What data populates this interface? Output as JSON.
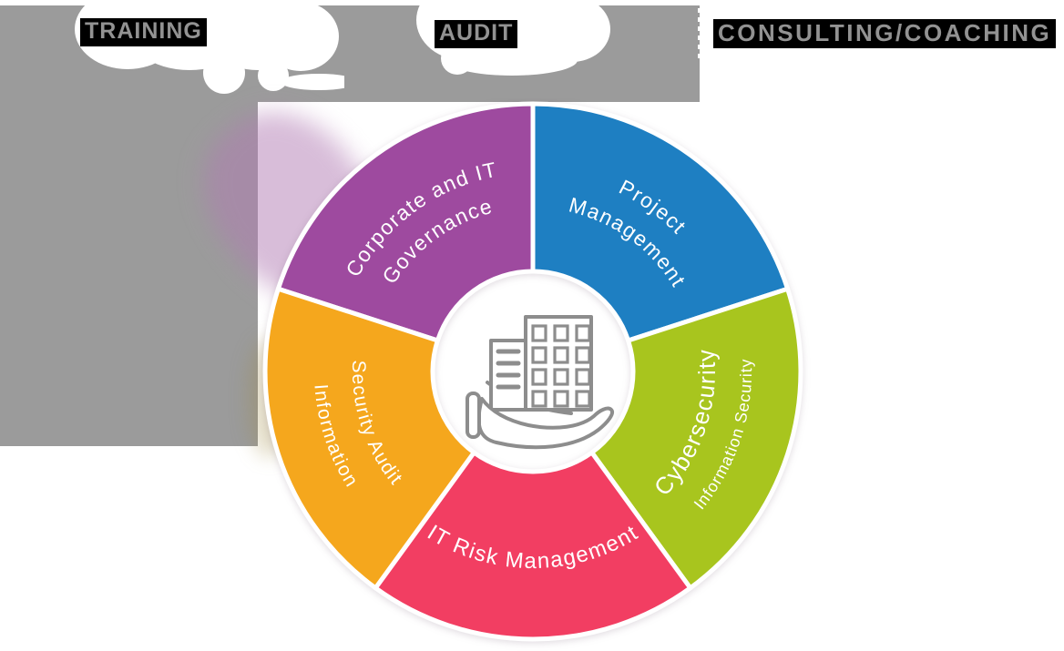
{
  "banner": {
    "training_label": "TRAINING",
    "audit_label": "AUDIT",
    "consulting_label": "CONSULTING/COACHING",
    "label_text_color": "#929292",
    "label_highlight_color": "#000000"
  },
  "panel": {
    "color": "#9b9b9b"
  },
  "chart_data": {
    "type": "pie",
    "title": "",
    "legend": "none",
    "center_icon": "hand-holding-buildings",
    "icon_color": "#8d8d8d",
    "segments": [
      {
        "label": "Corporate and IT Governance",
        "lines": [
          "Corporate and IT",
          "Governance"
        ],
        "value": 20,
        "color": "#9e4a9f"
      },
      {
        "label": "Project Management",
        "lines": [
          "Project",
          "Management"
        ],
        "value": 20,
        "color": "#1e7fc2"
      },
      {
        "label": "Information Security Cybersecurity",
        "lines": [
          "Information Security",
          "Cybersecurity"
        ],
        "value": 20,
        "color": "#a8c51e"
      },
      {
        "label": "IT Risk Management",
        "lines": [
          "IT Risk Management"
        ],
        "value": 20,
        "color": "#f23e62"
      },
      {
        "label": "Information Security Audit",
        "lines": [
          "Information",
          "Security Audit"
        ],
        "value": 20,
        "color": "#f5a71d"
      }
    ]
  }
}
